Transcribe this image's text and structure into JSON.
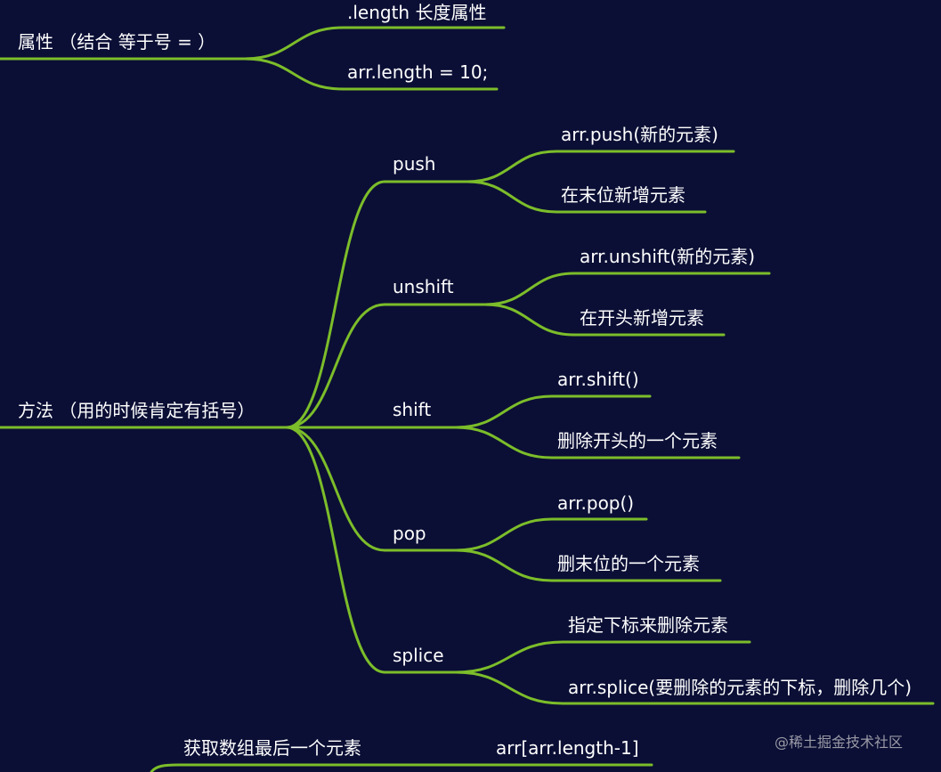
{
  "mindmap": {
    "branches": [
      {
        "label": "属性 （结合 等于号 = ）",
        "children": [
          {
            "label": ".length 长度属性"
          },
          {
            "label": "arr.length = 10;"
          }
        ]
      },
      {
        "label": "方法 （用的时候肯定有括号）",
        "children": [
          {
            "label": "push",
            "children": [
              {
                "label": "arr.push(新的元素)"
              },
              {
                "label": "在末位新增元素"
              }
            ]
          },
          {
            "label": "unshift",
            "children": [
              {
                "label": "arr.unshift(新的元素)"
              },
              {
                "label": "在开头新增元素"
              }
            ]
          },
          {
            "label": "shift",
            "children": [
              {
                "label": "arr.shift()"
              },
              {
                "label": "删除开头的一个元素"
              }
            ]
          },
          {
            "label": "pop",
            "children": [
              {
                "label": "arr.pop()"
              },
              {
                "label": "删末位的一个元素"
              }
            ]
          },
          {
            "label": "splice",
            "children": [
              {
                "label": "指定下标来删除元素"
              },
              {
                "label": "arr.splice(要删除的元素的下标，删除几个)"
              }
            ]
          }
        ]
      },
      {
        "label": "获取数组最后一个元素",
        "children": [
          {
            "label": "arr[arr.length-1]"
          }
        ]
      }
    ]
  },
  "watermark": "@稀土掘金技术社区",
  "colors": {
    "background": "#0b0f35",
    "branch": "#7cbd2a",
    "text": "#ffffff"
  }
}
